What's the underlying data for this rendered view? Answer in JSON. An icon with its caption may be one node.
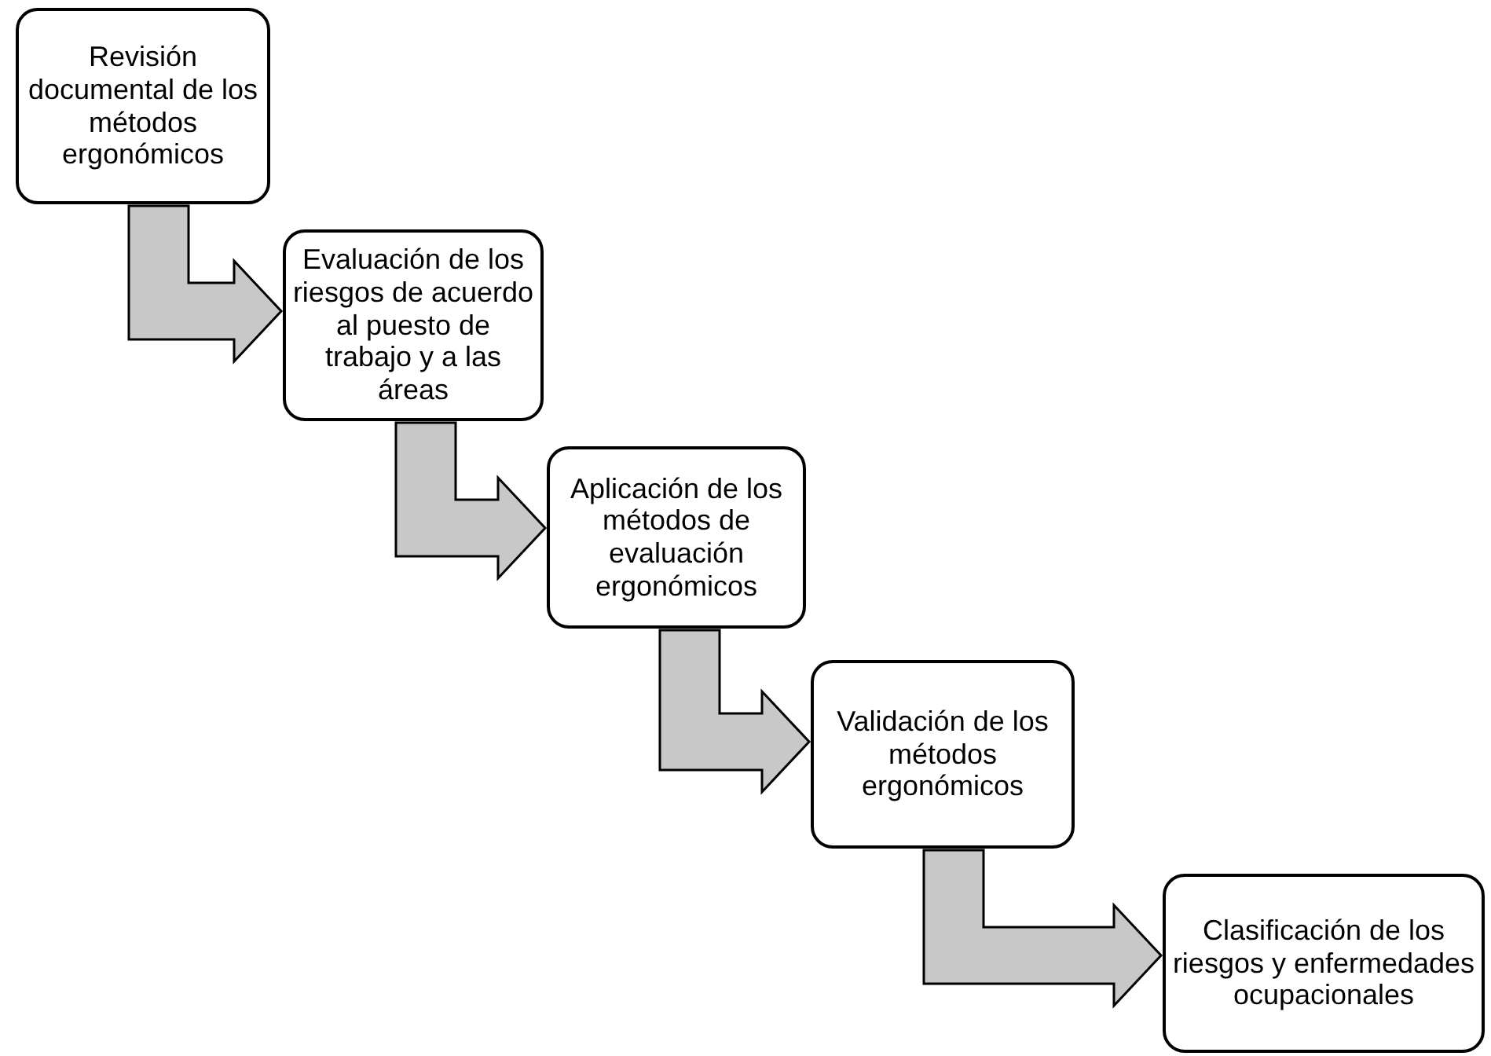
{
  "diagram": {
    "nodes": [
      {
        "text": [
          "Revisión documental de los métodos ergonómicos"
        ]
      },
      {
        "text": [
          "Evaluación de los riesgos de acuerdo al puesto de trabajo y a las áreas"
        ]
      },
      {
        "text": [
          "Aplicación de los métodos de evaluación ergonómicos"
        ]
      },
      {
        "text": [
          "Validación de los métodos ergonómicos"
        ]
      },
      {
        "text": [
          "Clasificación de los riesgos y enfermedades ocupacionales"
        ]
      }
    ],
    "edges": [
      {
        "from": 0,
        "to": 1,
        "arrow": "to"
      },
      {
        "from": 1,
        "to": 2,
        "arrow": "to"
      },
      {
        "from": 2,
        "to": 3,
        "arrow": "to"
      },
      {
        "from": 3,
        "to": 4,
        "arrow": "to"
      }
    ]
  }
}
